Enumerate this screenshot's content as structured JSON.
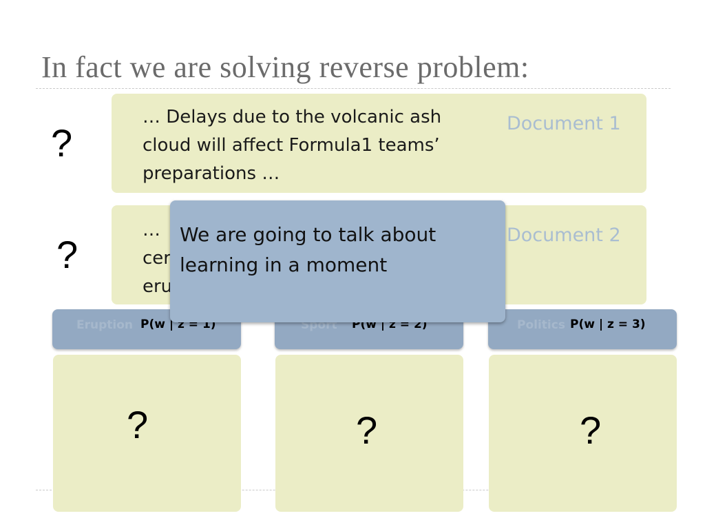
{
  "slide": {
    "title": "In fact we are solving reverse problem:"
  },
  "documents": [
    {
      "lines": [
        "… Delays due to the volcanic ash",
        "cloud will affect  Formula1 teams’",
        "preparations …"
      ],
      "label": "Document 1",
      "question": "?"
    },
    {
      "lines": [
        "…",
        "cer",
        "eru"
      ],
      "label": "Document 2",
      "question": "?"
    }
  ],
  "topics": [
    {
      "name": "Eruption",
      "formula": "P(w | z = 1)",
      "question": "?"
    },
    {
      "name": "Sport",
      "formula": "P(w | z = 2)",
      "question": "?"
    },
    {
      "name": "Politics",
      "formula": "P(w | z = 3)",
      "question": "?"
    }
  ],
  "popup": {
    "text": "We are going to talk about learning in a moment"
  }
}
